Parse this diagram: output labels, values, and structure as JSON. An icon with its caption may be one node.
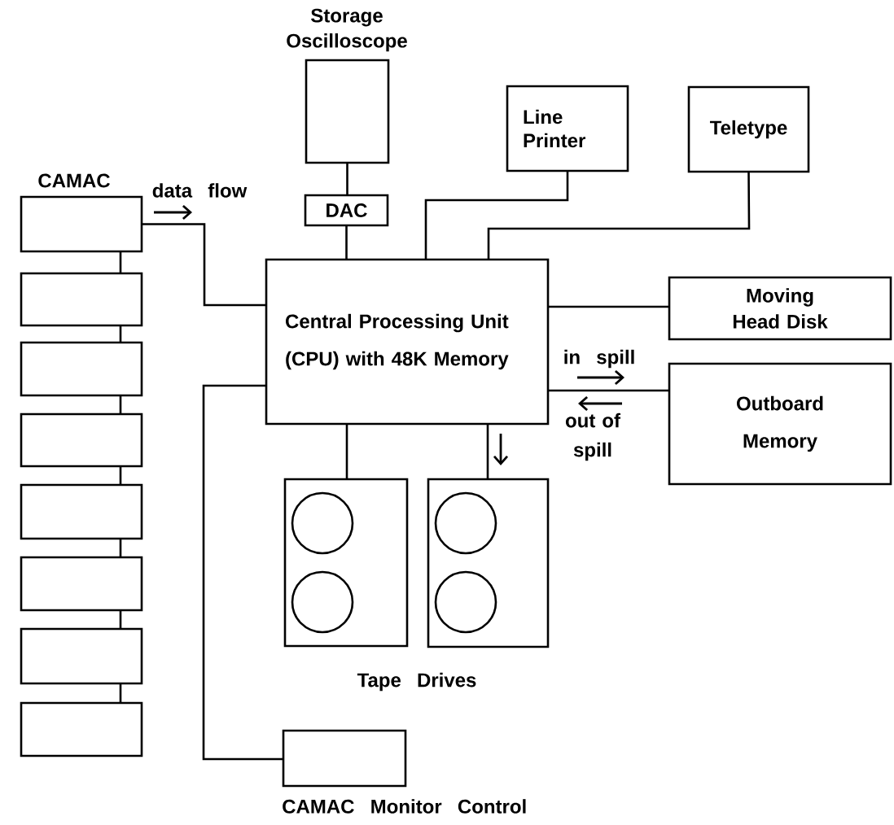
{
  "diagram": {
    "nodes": [
      {
        "text": [
          "Storage Oscilloscope"
        ]
      },
      {
        "text": [
          "Line Printer"
        ]
      },
      {
        "text": [
          "Teletype"
        ]
      },
      {
        "text": [
          "DAC"
        ]
      },
      {
        "text": [
          "CAMAC"
        ]
      },
      {
        "text": [],
        "shape": "box"
      },
      {
        "text": [],
        "shape": "box"
      },
      {
        "text": [],
        "shape": "box"
      },
      {
        "text": [],
        "shape": "box"
      },
      {
        "text": [],
        "shape": "box"
      },
      {
        "text": [],
        "shape": "box"
      },
      {
        "text": [],
        "shape": "box"
      },
      {
        "text": [
          "Central Processing Unit (CPU) with 48K Memory"
        ]
      },
      {
        "text": [
          "Moving Head Disk"
        ]
      },
      {
        "text": [
          "Outboard Memory"
        ]
      },
      {
        "text": [],
        "shape": "picture"
      },
      {
        "text": [],
        "shape": "picture"
      },
      {
        "text": [
          "CAMAC Monitor Control"
        ]
      }
    ],
    "edges": [
      {
        "from": 0,
        "to": 3,
        "arrow": "none"
      },
      {
        "from": 3,
        "to": 12,
        "arrow": "none"
      },
      {
        "from": 1,
        "to": 12,
        "arrow": "none"
      },
      {
        "from": 2,
        "to": 12,
        "arrow": "none"
      },
      {
        "from": 4,
        "to": 12,
        "arrow": "none"
      },
      {
        "from": 4,
        "to": 5,
        "arrow": "none"
      },
      {
        "from": 5,
        "to": 6,
        "arrow": "none"
      },
      {
        "from": 6,
        "to": 7,
        "arrow": "none"
      },
      {
        "from": 7,
        "to": 8,
        "arrow": "none"
      },
      {
        "from": 8,
        "to": 9,
        "arrow": "none"
      },
      {
        "from": 9,
        "to": 10,
        "arrow": "none"
      },
      {
        "from": 10,
        "to": 11,
        "arrow": "none"
      },
      {
        "from": 12,
        "to": 13,
        "arrow": "none"
      },
      {
        "from": 12,
        "to": 14,
        "arrow": "none"
      },
      {
        "from": 12,
        "to": 15,
        "arrow": "none"
      },
      {
        "from": 12,
        "to": 16,
        "arrow": "none"
      },
      {
        "from": 12,
        "to": 17,
        "arrow": "none"
      }
    ],
    "labels": [
      "data flow",
      "in spill",
      "out of spill",
      "Tape Drives"
    ]
  }
}
